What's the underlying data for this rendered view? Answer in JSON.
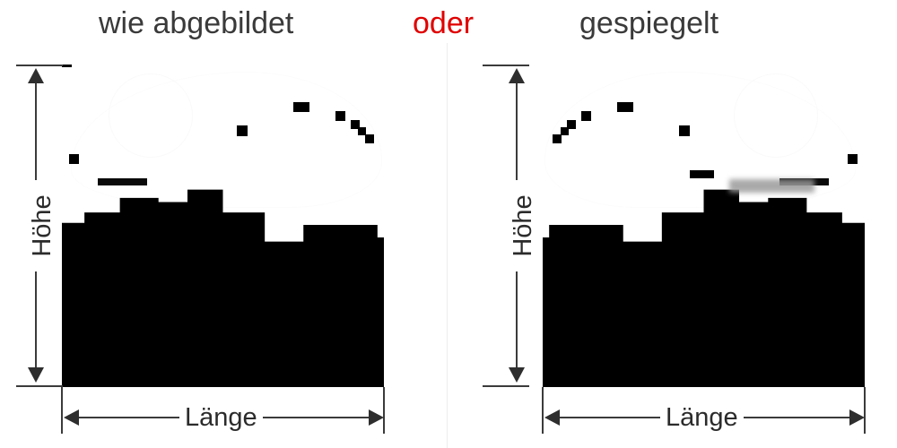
{
  "headings": {
    "left": "wie abgebildet",
    "middle": "oder",
    "right": "gespiegelt"
  },
  "colors": {
    "heading_text": "#3a3a3a",
    "highlight": "#e00000",
    "dimension_line": "#3b3b3b",
    "arrow": "#2e2e2e",
    "silhouette": "#000000",
    "divider": "#ededed",
    "background": "#ffffff",
    "gray_band": "#9a9a9a"
  },
  "panels": [
    {
      "id": "as-pictured",
      "variant_label": "wie abgebildet",
      "mirrored": false,
      "dimensions": {
        "height_label": "Höhe",
        "length_label": "Länge"
      }
    },
    {
      "id": "mirrored",
      "variant_label": "gespiegelt",
      "mirrored": true,
      "dimensions": {
        "height_label": "Höhe",
        "length_label": "Länge"
      }
    }
  ]
}
